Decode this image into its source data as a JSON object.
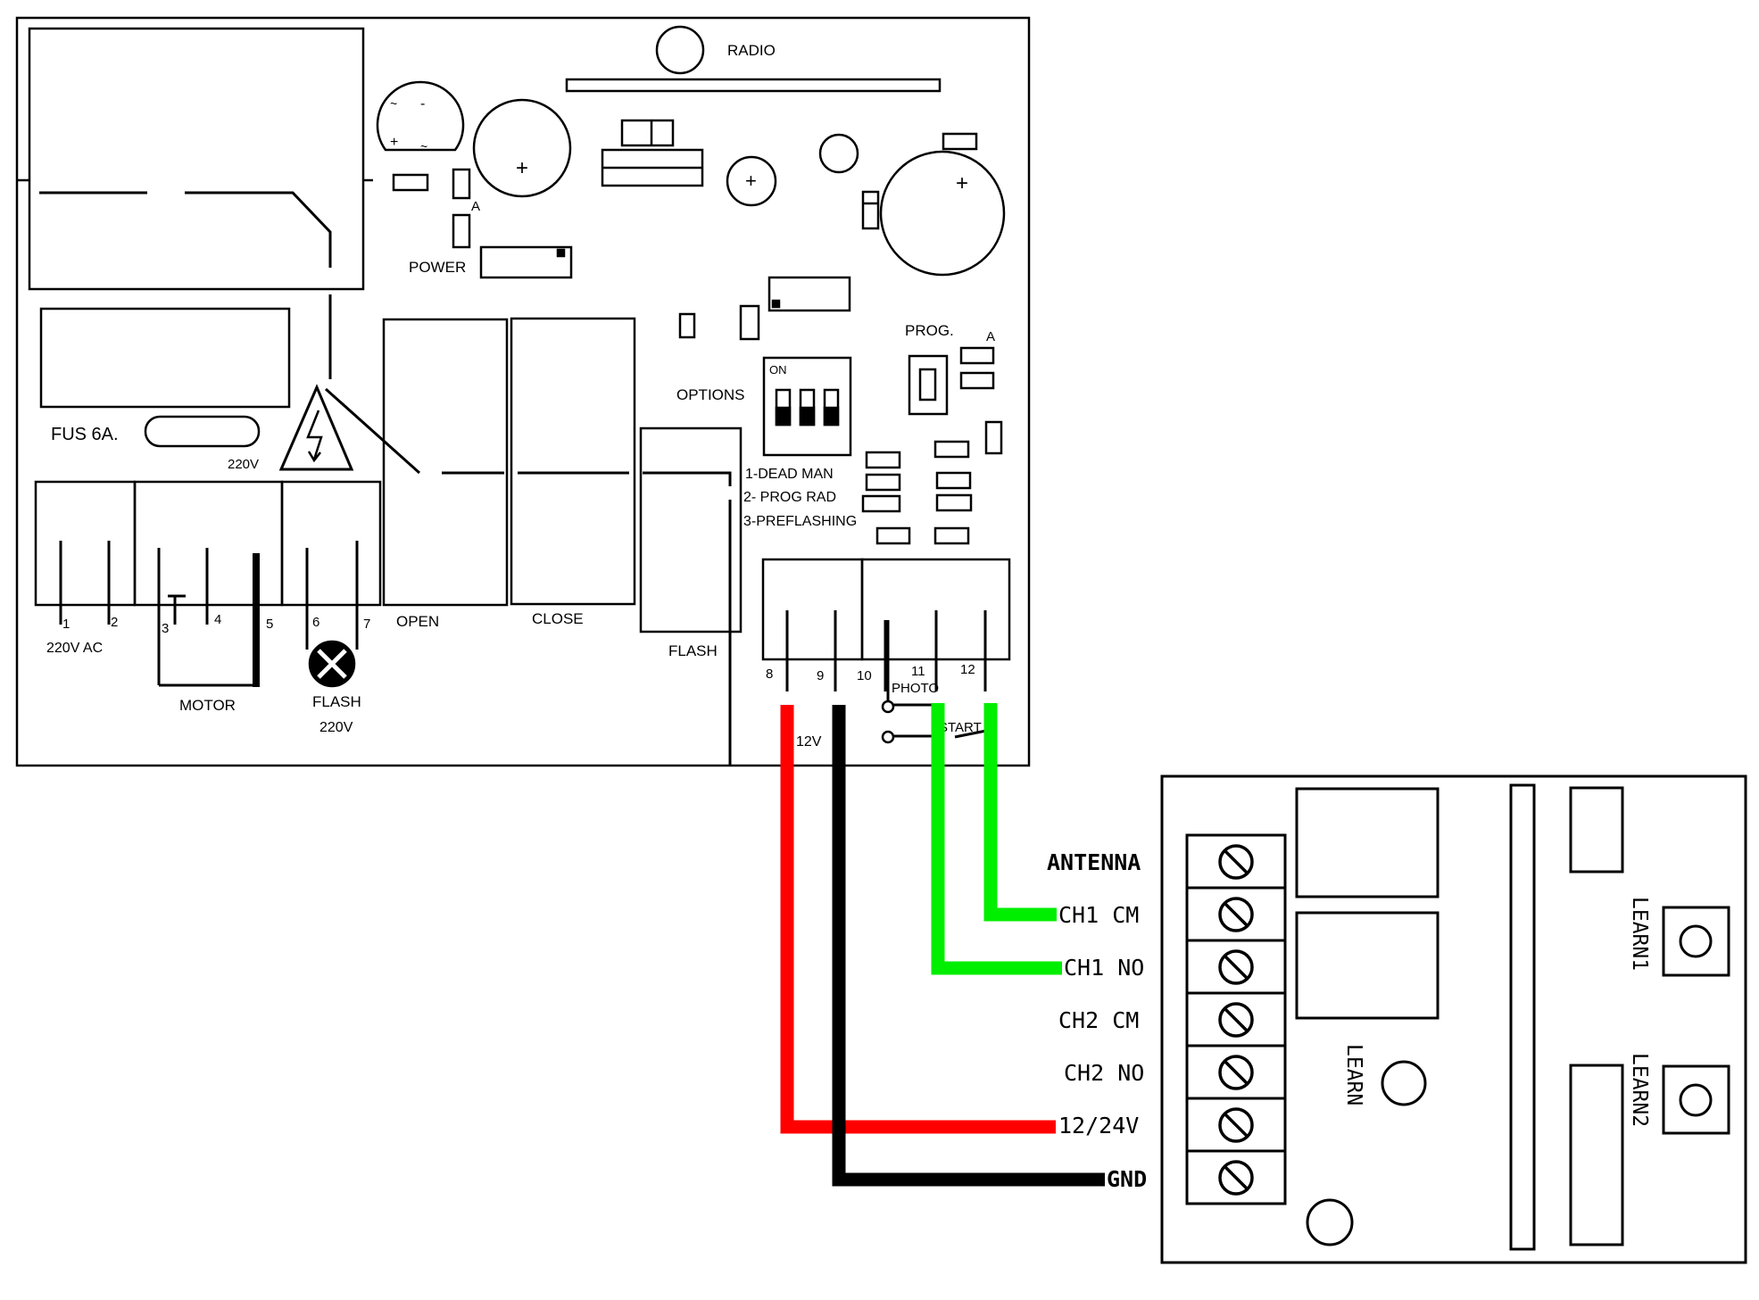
{
  "controller": {
    "radio": "RADIO",
    "power": "POWER",
    "a_top": "A",
    "fuse": "FUS 6A.",
    "fuse_voltage": "220V",
    "options": "OPTIONS",
    "prog": "PROG.",
    "a_prog": "A",
    "dip_on": "ON",
    "option_1": "1-DEAD MAN",
    "option_2": "2- PROG RAD",
    "option_3": "3-PREFLASHING",
    "relay_open": "OPEN",
    "relay_close": "CLOSE",
    "relay_flash": "FLASH",
    "cap_plus": "+",
    "bridge_ac1": "~",
    "bridge_minus": "-",
    "bridge_plus": "+",
    "bridge_ac2": "~",
    "terminals": [
      "1",
      "2",
      "3",
      "4",
      "5",
      "6",
      "7",
      "8",
      "9",
      "10",
      "11",
      "12"
    ],
    "label_220vac": "220V AC",
    "label_motor": "MOTOR",
    "label_flash_lamp": "FLASH",
    "label_flash_voltage": "220V",
    "label_12v": "12V",
    "label_photo": "PHOTO",
    "label_start": "START"
  },
  "receiver": {
    "terminals": [
      "ANTENNA",
      "CH1 CM",
      "CH1 NO",
      "CH2 CM",
      "CH2 NO",
      "12/24V",
      "GND"
    ],
    "learn1": "LEARN1",
    "learn2": "LEARN2",
    "learn": "LEARN"
  },
  "wires": {
    "red": "#ff0000",
    "black": "#000000",
    "green": "#00ee00"
  }
}
